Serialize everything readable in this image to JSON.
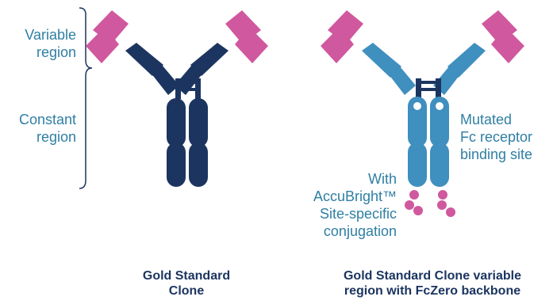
{
  "labels": {
    "variable_region": [
      "Variable",
      "region"
    ],
    "constant_region": [
      "Constant",
      "region"
    ],
    "mutated_site": [
      "Mutated",
      "Fc receptor",
      "binding site"
    ],
    "conjugation": [
      "With",
      "AccuBright™",
      "Site-specific",
      "conjugation"
    ]
  },
  "captions": {
    "left": [
      "Gold Standard",
      "Clone"
    ],
    "right": [
      "Gold Standard Clone variable",
      "region with FcZero backbone"
    ]
  },
  "colors": {
    "variable": "#d0589e",
    "left_antibody": "#1c3560",
    "right_antibody": "#3f8fbf",
    "right_hinge": "#1c3560",
    "dye": "#d0589e",
    "label_text": "#2f7fa3",
    "caption_text": "#1c3560",
    "bracket": "#1c3560"
  }
}
